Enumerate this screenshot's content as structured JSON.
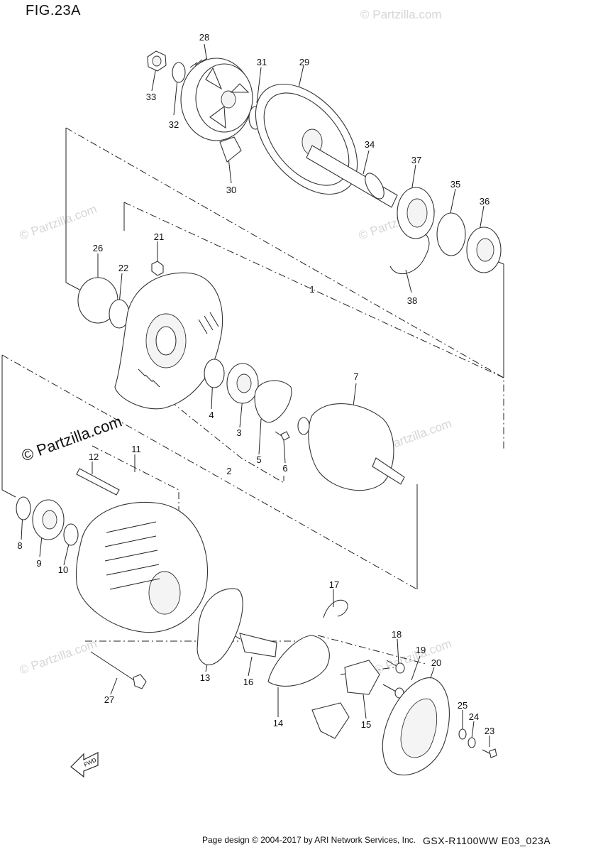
{
  "figure_title": "FIG.23A",
  "watermark": "© Partzilla.com",
  "footer": {
    "credit": "Page design © 2004-2017 by ARI Network Services, Inc.",
    "code": "GSX-R1100WW  E03_023A"
  },
  "fwd_label": "FWD",
  "callouts": {
    "c1": "1",
    "c2": "2",
    "c3": "3",
    "c4": "4",
    "c5": "5",
    "c6": "6",
    "c7": "7",
    "c8": "8",
    "c9": "9",
    "c10": "10",
    "c11": "11",
    "c12": "12",
    "c13": "13",
    "c14": "14",
    "c15": "15",
    "c16": "16",
    "c17": "17",
    "c18": "18",
    "c19": "19",
    "c20": "20",
    "c21": "21",
    "c22": "22",
    "c23": "23",
    "c24": "24",
    "c25": "25",
    "c26": "26",
    "c27": "27",
    "c28": "28",
    "c29": "29",
    "c30": "30",
    "c31": "31",
    "c32": "32",
    "c33": "33",
    "c34": "34",
    "c35": "35",
    "c36": "36",
    "c37": "37",
    "c38": "38"
  }
}
